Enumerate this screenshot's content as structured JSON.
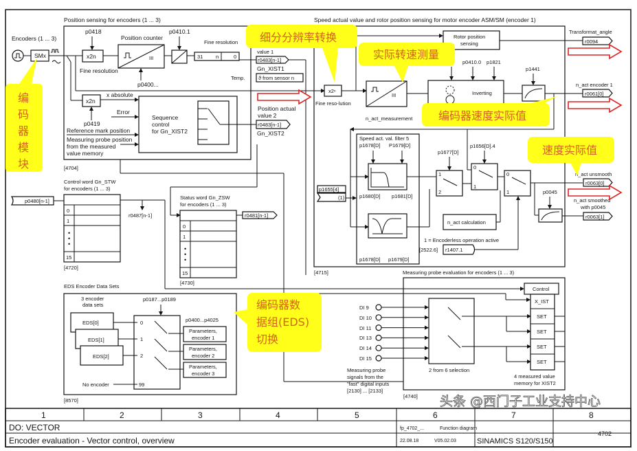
{
  "left": {
    "encoders_label": "Encoders (1 ... 3)",
    "smx": "SMx",
    "callout_module": [
      "编",
      "码",
      "器",
      "模",
      "块"
    ]
  },
  "pos_sensing": {
    "title": "Position sensing for encoders (1 ... 3)",
    "p0418": "p0418",
    "x2n": "x2n",
    "fine_resolution": "Fine resolution",
    "position_counter": "Position counter",
    "p0400": "p0400...",
    "p0410_1": "p0410.1",
    "fine_resolution_reg": "Fine resolution",
    "reg_31": "31",
    "reg_n": "n",
    "reg_0": "0",
    "x2n_2": "x2n",
    "p0419": "p0419",
    "x_absolute": "x absolute",
    "error": "Error",
    "ref_mark": "Reference mark position",
    "probe_pos_1": "Measuring probe position",
    "probe_pos_2": "from the measured",
    "probe_pos_3": "value memory",
    "seq_1": "Sequence",
    "seq_2": "control",
    "seq_3": "for Gn_XIST2",
    "ref": "[4704]",
    "value1": "value 1",
    "r0483_1": "r0483[n-1]",
    "gn_xist1": "Gn_XIST1",
    "temp": "Temp.",
    "theta_sensor": "ϑ from sensor n",
    "pos_act_1": "Position actual",
    "pos_act_2": "value 2",
    "r0483_2": "r0483[n-1]",
    "gn_xist2": "Gn_XIST2"
  },
  "callouts": {
    "fine_res": "细分分辨率转换",
    "speed_meas": "实际转速测量",
    "enc_speed": "编码器速度实际值",
    "speed_act": "速度实际值",
    "eds_1": "编码器数",
    "eds_2": "据组(EDS)",
    "eds_3": "切换"
  },
  "speed": {
    "title": "Speed actual value and rotor position sensing for motor encoder ASM/SM (encoder 1)",
    "x2n": "x2ⁿ",
    "fine_res": "Fine reso-lution",
    "n_act_meas": "n_act_measurement",
    "rotor_1": "Rotor position",
    "rotor_2": "sensing",
    "transformat_angle": "Transformat_angle",
    "r0094": "r0094",
    "p0410_0": "p0410.0",
    "p1821": "p1821",
    "inverting": "Inverting",
    "p1441": "p1441",
    "n_act_enc1": "n_act encoder 1",
    "r0061": "r0061[0]",
    "filter_title": "Speed act. val. filter 5",
    "p1678_top": "p1678[D]",
    "p1679_top": "P1679[D]",
    "p1680": "p1680[D]",
    "p1681": "p1681[D]",
    "p1678_bot": "p1678[D]",
    "p1679_bot": "p1679[D]",
    "p1655": "p1655[4]",
    "p1655_idx": "(1)",
    "p1677": "p1677[D]",
    "p1656": "p1656[D].4",
    "sw_1": "1",
    "sw_2": "2",
    "sw_0": "0",
    "sw_1b": "1",
    "sw_0c": "0",
    "sw_1c": "1",
    "n_act_calc": "n_act calculation",
    "encoderless": "1 = Encoderless operation active",
    "ref_2522": "[2522.6]",
    "r1407": "r1407.1",
    "p0045": "p0045",
    "n_act_unsmooth": "n_act unsmooth",
    "r0063_0": "r0063[0]",
    "n_act_smoothed": "n_act smoothed",
    "with_p0045": "with p0045",
    "r0063_1": "r0063[1]",
    "ref": "[4715]"
  },
  "control_word": {
    "title_1": "Control word Gn_STW",
    "title_2": "for encoders (1 ... 3)",
    "p0480": "p0480[n-1]",
    "rows": [
      "0",
      "1",
      "15"
    ],
    "r0487": "r0487[n-1]",
    "ref": "[4720]"
  },
  "status_word": {
    "title_1": "Status word Gn_ZSW",
    "title_2": "for encoders (1 ... 3)",
    "rows": [
      "0",
      "1",
      "15"
    ],
    "r0481": "r0481[n-1]",
    "ref": "[4730]"
  },
  "eds": {
    "title": "EDS Encoder Data Sets",
    "sets_1": "3 encoder",
    "sets_2": "data sets",
    "p0187": "p0187...p0189",
    "eds0": "EDS[0]",
    "eds1": "EDS[1]",
    "eds2": "EDS[2]",
    "idx": [
      "0",
      "1",
      "2",
      "99"
    ],
    "no_encoder": "No encoder",
    "p0400": "p0400...p4025",
    "params": [
      [
        "Parameters,",
        "encoder 1"
      ],
      [
        "Parameters,",
        "encoder 2"
      ],
      [
        "Parameters,",
        "encoder 3"
      ]
    ],
    "ref": "[8570]"
  },
  "probe": {
    "title": "Measuring probe evaluation for encoders (1 ... 3)",
    "inputs": [
      "DI 9",
      "DI 10",
      "DI 11",
      "DI 13",
      "DI 14",
      "DI 15"
    ],
    "signals": [
      "Measuring probe",
      "signals from the",
      "\"fast\" digital inputs",
      "[2130] ... [2133]"
    ],
    "selection": "2 from 6 selection",
    "control": "Control",
    "x_ist": "X_IST",
    "set": [
      "SET",
      "SET",
      "SET",
      "SET"
    ],
    "memory_1": "4 measured value",
    "memory_2": "memory for XIST2",
    "ref": "[4740]"
  },
  "footer": {
    "columns": [
      "1",
      "2",
      "3",
      "4",
      "5",
      "6",
      "7",
      "8"
    ],
    "do": "DO: VECTOR",
    "title": "Encoder evaluation - Vector control, overview",
    "fp": "fp_4702_...",
    "function_diagram": "Function diagram",
    "date": "22.08.18",
    "version": "V05.02.03",
    "product": "SINAMICS S120/S150",
    "page": "4702"
  },
  "watermark": "头条 @西门子工业支持中心",
  "colors": {
    "callout": "#ffff1a",
    "callout_text": "#d4621a",
    "arrow": "#dd2222"
  }
}
